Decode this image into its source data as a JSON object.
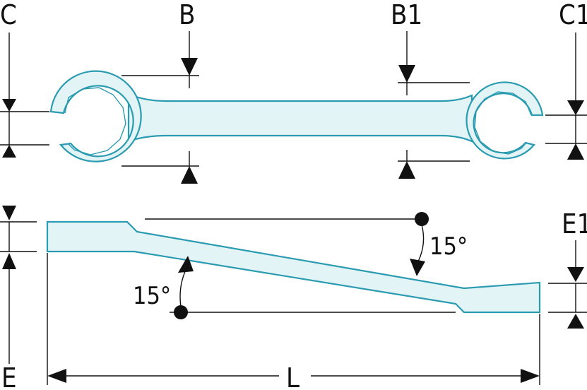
{
  "labels": {
    "c": "C",
    "b": "B",
    "b1": "B1",
    "c1": "C1",
    "e": "E",
    "e1": "E1",
    "l": "L",
    "angle_top": "15°",
    "angle_bottom": "15°"
  },
  "colors": {
    "wrench_fill": "#e3f4f7",
    "wrench_outline": "#2a9bb0",
    "dimension_lines": "#111111"
  }
}
